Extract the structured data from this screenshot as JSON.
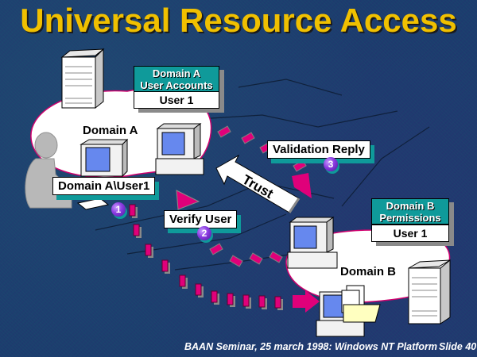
{
  "slide": {
    "title": "Universal Resource Access",
    "footer": "BAAN Seminar, 25 march 1998: Windows NT Platform",
    "slide_number": "Slide 40"
  },
  "domain_a": {
    "label": "Domain A",
    "accounts_header_line1": "Domain A",
    "accounts_header_line2": "User Accounts",
    "accounts_value": "User 1",
    "login_label": "Domain A\\User1"
  },
  "domain_b": {
    "label": "Domain B",
    "permissions_header_line1": "Domain B",
    "permissions_header_line2": "Permissions",
    "permissions_value": "User 1"
  },
  "trust_label": "Trust",
  "steps": [
    {
      "number": "1",
      "label": ""
    },
    {
      "number": "2",
      "label": "Verify User"
    },
    {
      "number": "3",
      "label": "Validation Reply"
    }
  ],
  "colors": {
    "title": "#f0c000",
    "accent_teal": "#0f9a9a",
    "packet_magenta": "#e0007a",
    "background": "#1b3d6e"
  }
}
